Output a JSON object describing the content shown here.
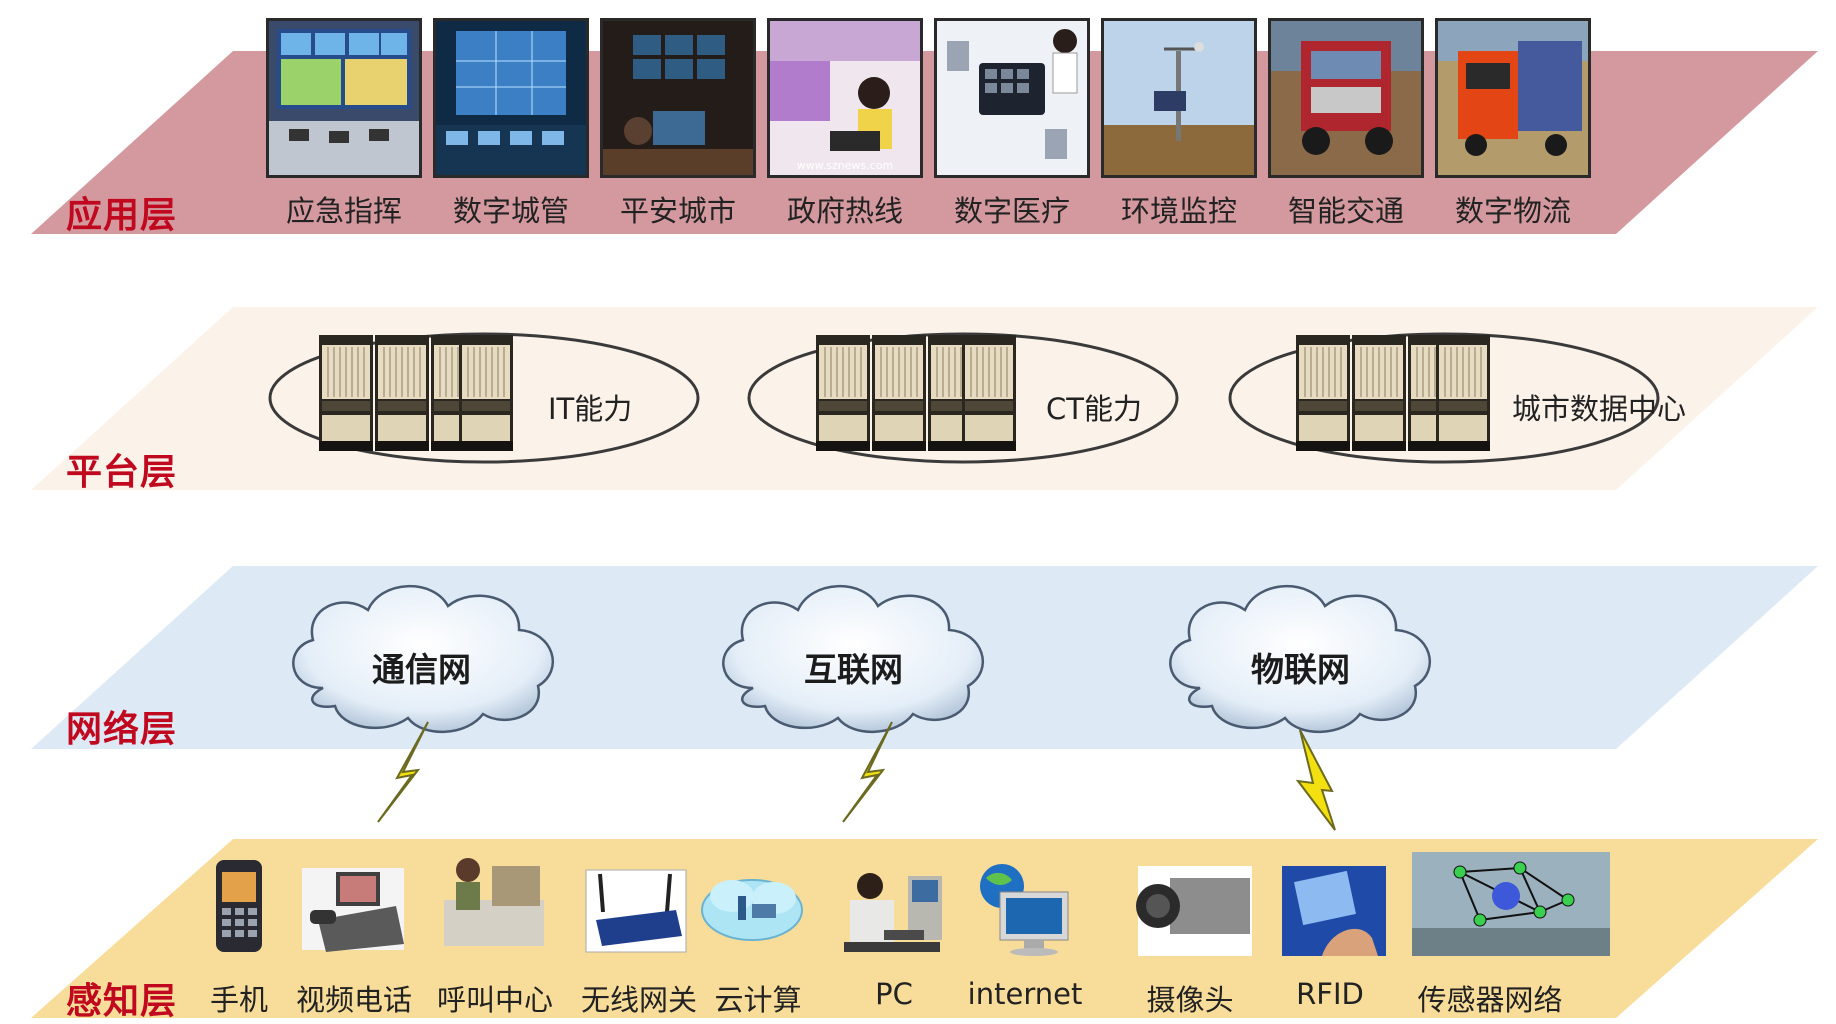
{
  "layers": {
    "application": "应用层",
    "platform": "平台层",
    "network": "网络层",
    "perception": "感知层"
  },
  "applications": [
    "应急指挥",
    "数字城管",
    "平安城市",
    "政府热线",
    "数字医疗",
    "环境监控",
    "智能交通",
    "数字物流"
  ],
  "photo_caption": "www.sznews.com",
  "platform": {
    "it": "IT能力",
    "ct": "CT能力",
    "datacenter": "城市数据中心"
  },
  "networks": [
    "通信网",
    "互联网",
    "物联网"
  ],
  "devices": [
    "手机",
    "视频电话",
    "呼叫中心",
    "无线网关",
    "云计算",
    "PC",
    "internet",
    "摄像头",
    "RFID",
    "传感器网络"
  ],
  "colors": {
    "application_band": "#d4999f",
    "platform_band": "#fbf3ea",
    "network_band": "#dde9f5",
    "perception_band": "#f8dd9a",
    "label_red": "#c0081e"
  },
  "icons": [
    "server-rack-icon",
    "cloud-icon",
    "lightning-bolt-icon",
    "mobile-phone-icon",
    "video-phone-icon",
    "call-center-icon",
    "wireless-router-icon",
    "cloud-computing-icon",
    "pc-user-icon",
    "globe-monitor-icon",
    "camera-icon",
    "rfid-icon",
    "sensor-network-icon"
  ]
}
